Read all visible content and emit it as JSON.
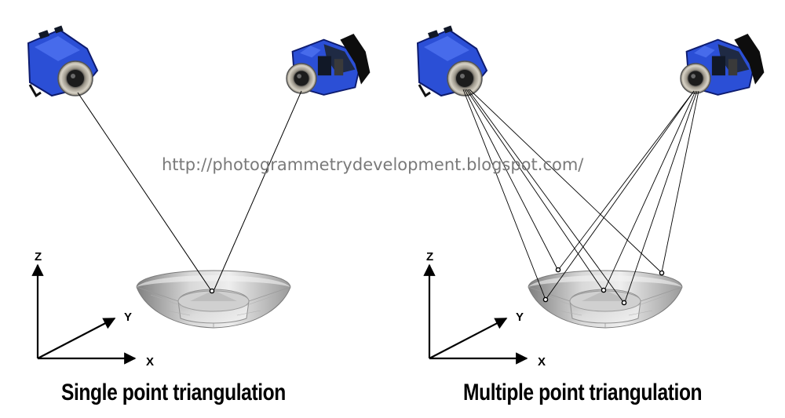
{
  "watermark": "http://photogrammetrydevelopment.blogspot.com/",
  "panels": {
    "left": {
      "caption": "Single point triangulation",
      "axes": {
        "z": "Z",
        "y": "Y",
        "x": "X"
      }
    },
    "right": {
      "caption": "Multiple point triangulation",
      "axes": {
        "z": "Z",
        "y": "Y",
        "x": "X"
      }
    }
  },
  "colors": {
    "camera_body": "#2b4fd6",
    "camera_dark": "#111827",
    "lens_ring": "#c9c4b8",
    "bowl_light": "#e6e6e6",
    "bowl_dark": "#8a8a8a",
    "ray": "#000000",
    "watermark": "#7a7a7a"
  }
}
